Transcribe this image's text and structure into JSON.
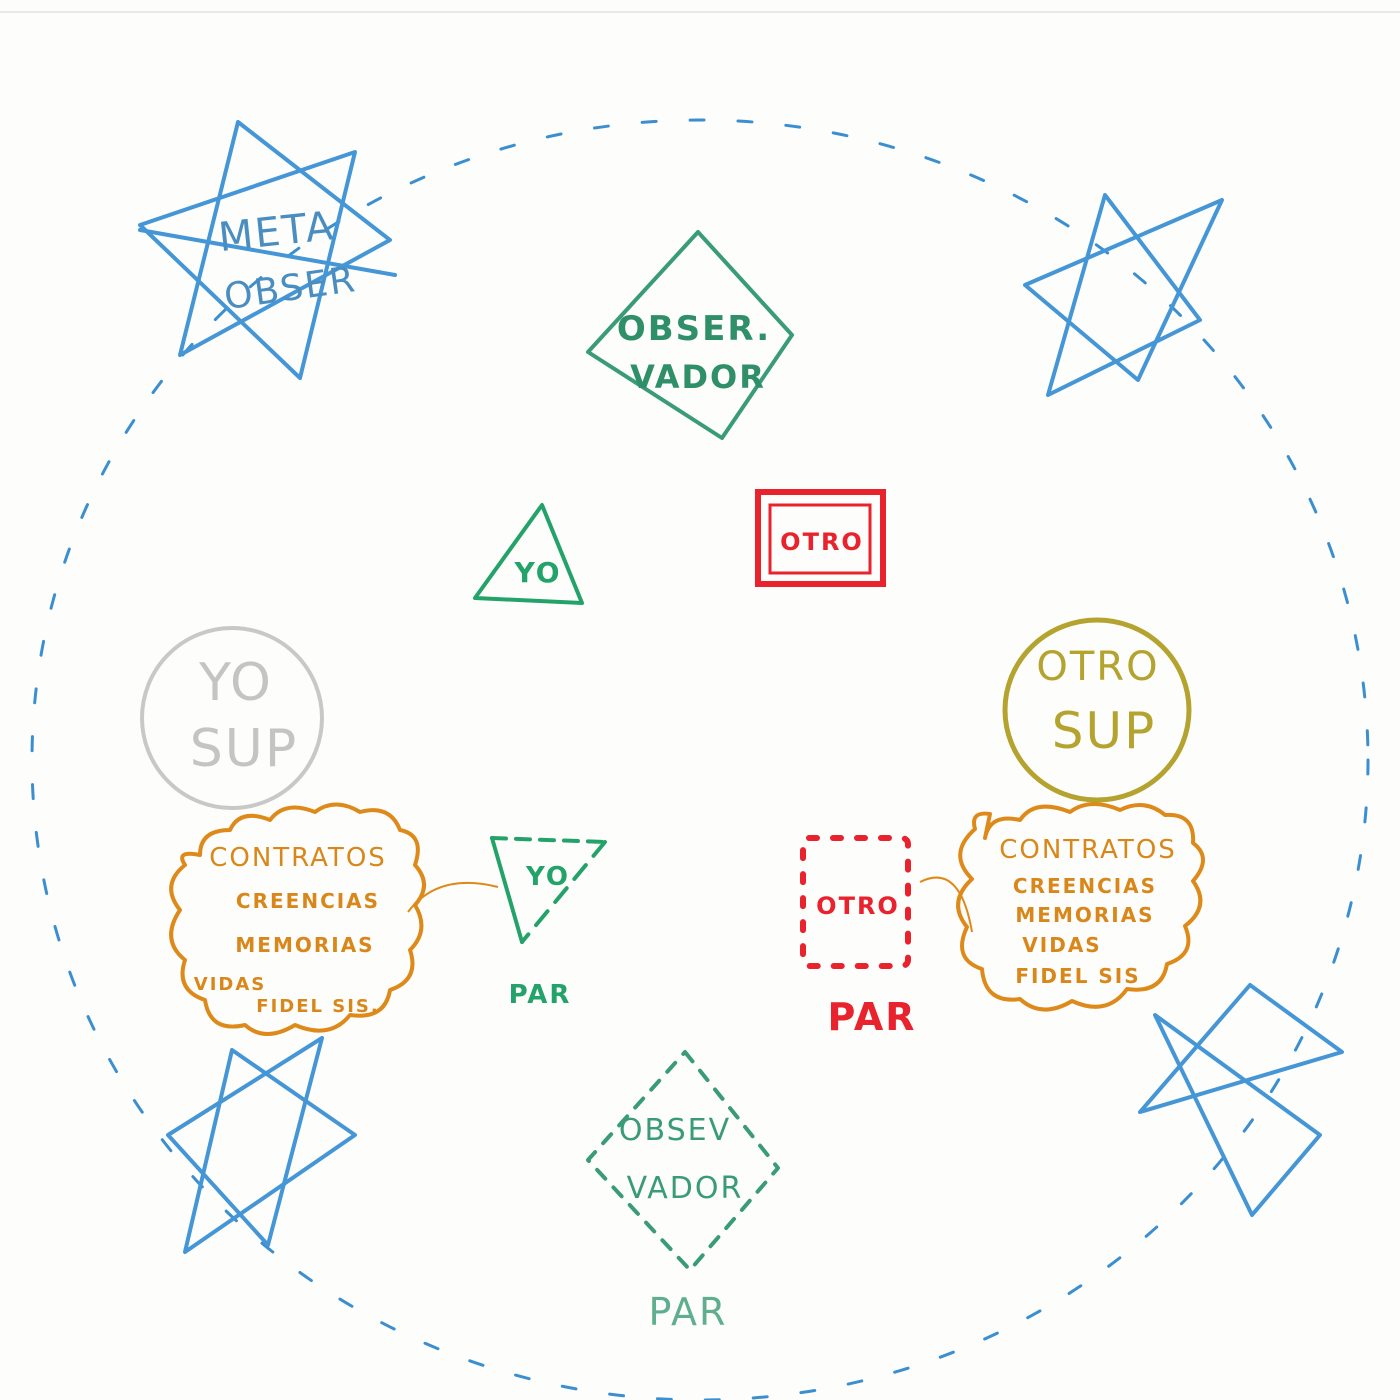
{
  "colors": {
    "blue": "#3b8fd0",
    "star_blue": "#4596d6",
    "green": "#23a36a",
    "teal": "#3a9b78",
    "red": "#e8232e",
    "gray": "#c8c8c8",
    "olive": "#b5a330",
    "orange": "#de8a1a"
  },
  "meta_observer": {
    "line1": "META",
    "line2": "OBSER"
  },
  "observer": {
    "line1": "OBSER.",
    "line2": "VADOR"
  },
  "yo": {
    "label": "YO"
  },
  "otro": {
    "label": "OTRO"
  },
  "yo_sup": {
    "line1": "YO",
    "line2": "SUP"
  },
  "otro_sup": {
    "line1": "OTRO",
    "line2": "SUP"
  },
  "left_cloud": {
    "items": [
      "CONTRATOS",
      "CREENCIAS",
      "MEMORIAS",
      "VIDAS",
      "FIDEL SIS."
    ]
  },
  "right_cloud": {
    "items": [
      "CONTRATOS",
      "CREENCIAS",
      "MEMORIAS",
      "VIDAS",
      "FIDEL SIS"
    ]
  },
  "yo_par": {
    "label": "YO",
    "caption": "PAR"
  },
  "otro_par": {
    "label": "OTRO",
    "caption": "PAR"
  },
  "observer_par": {
    "line1": "OBSEV",
    "line2": "VADOR",
    "caption": "PAR"
  }
}
